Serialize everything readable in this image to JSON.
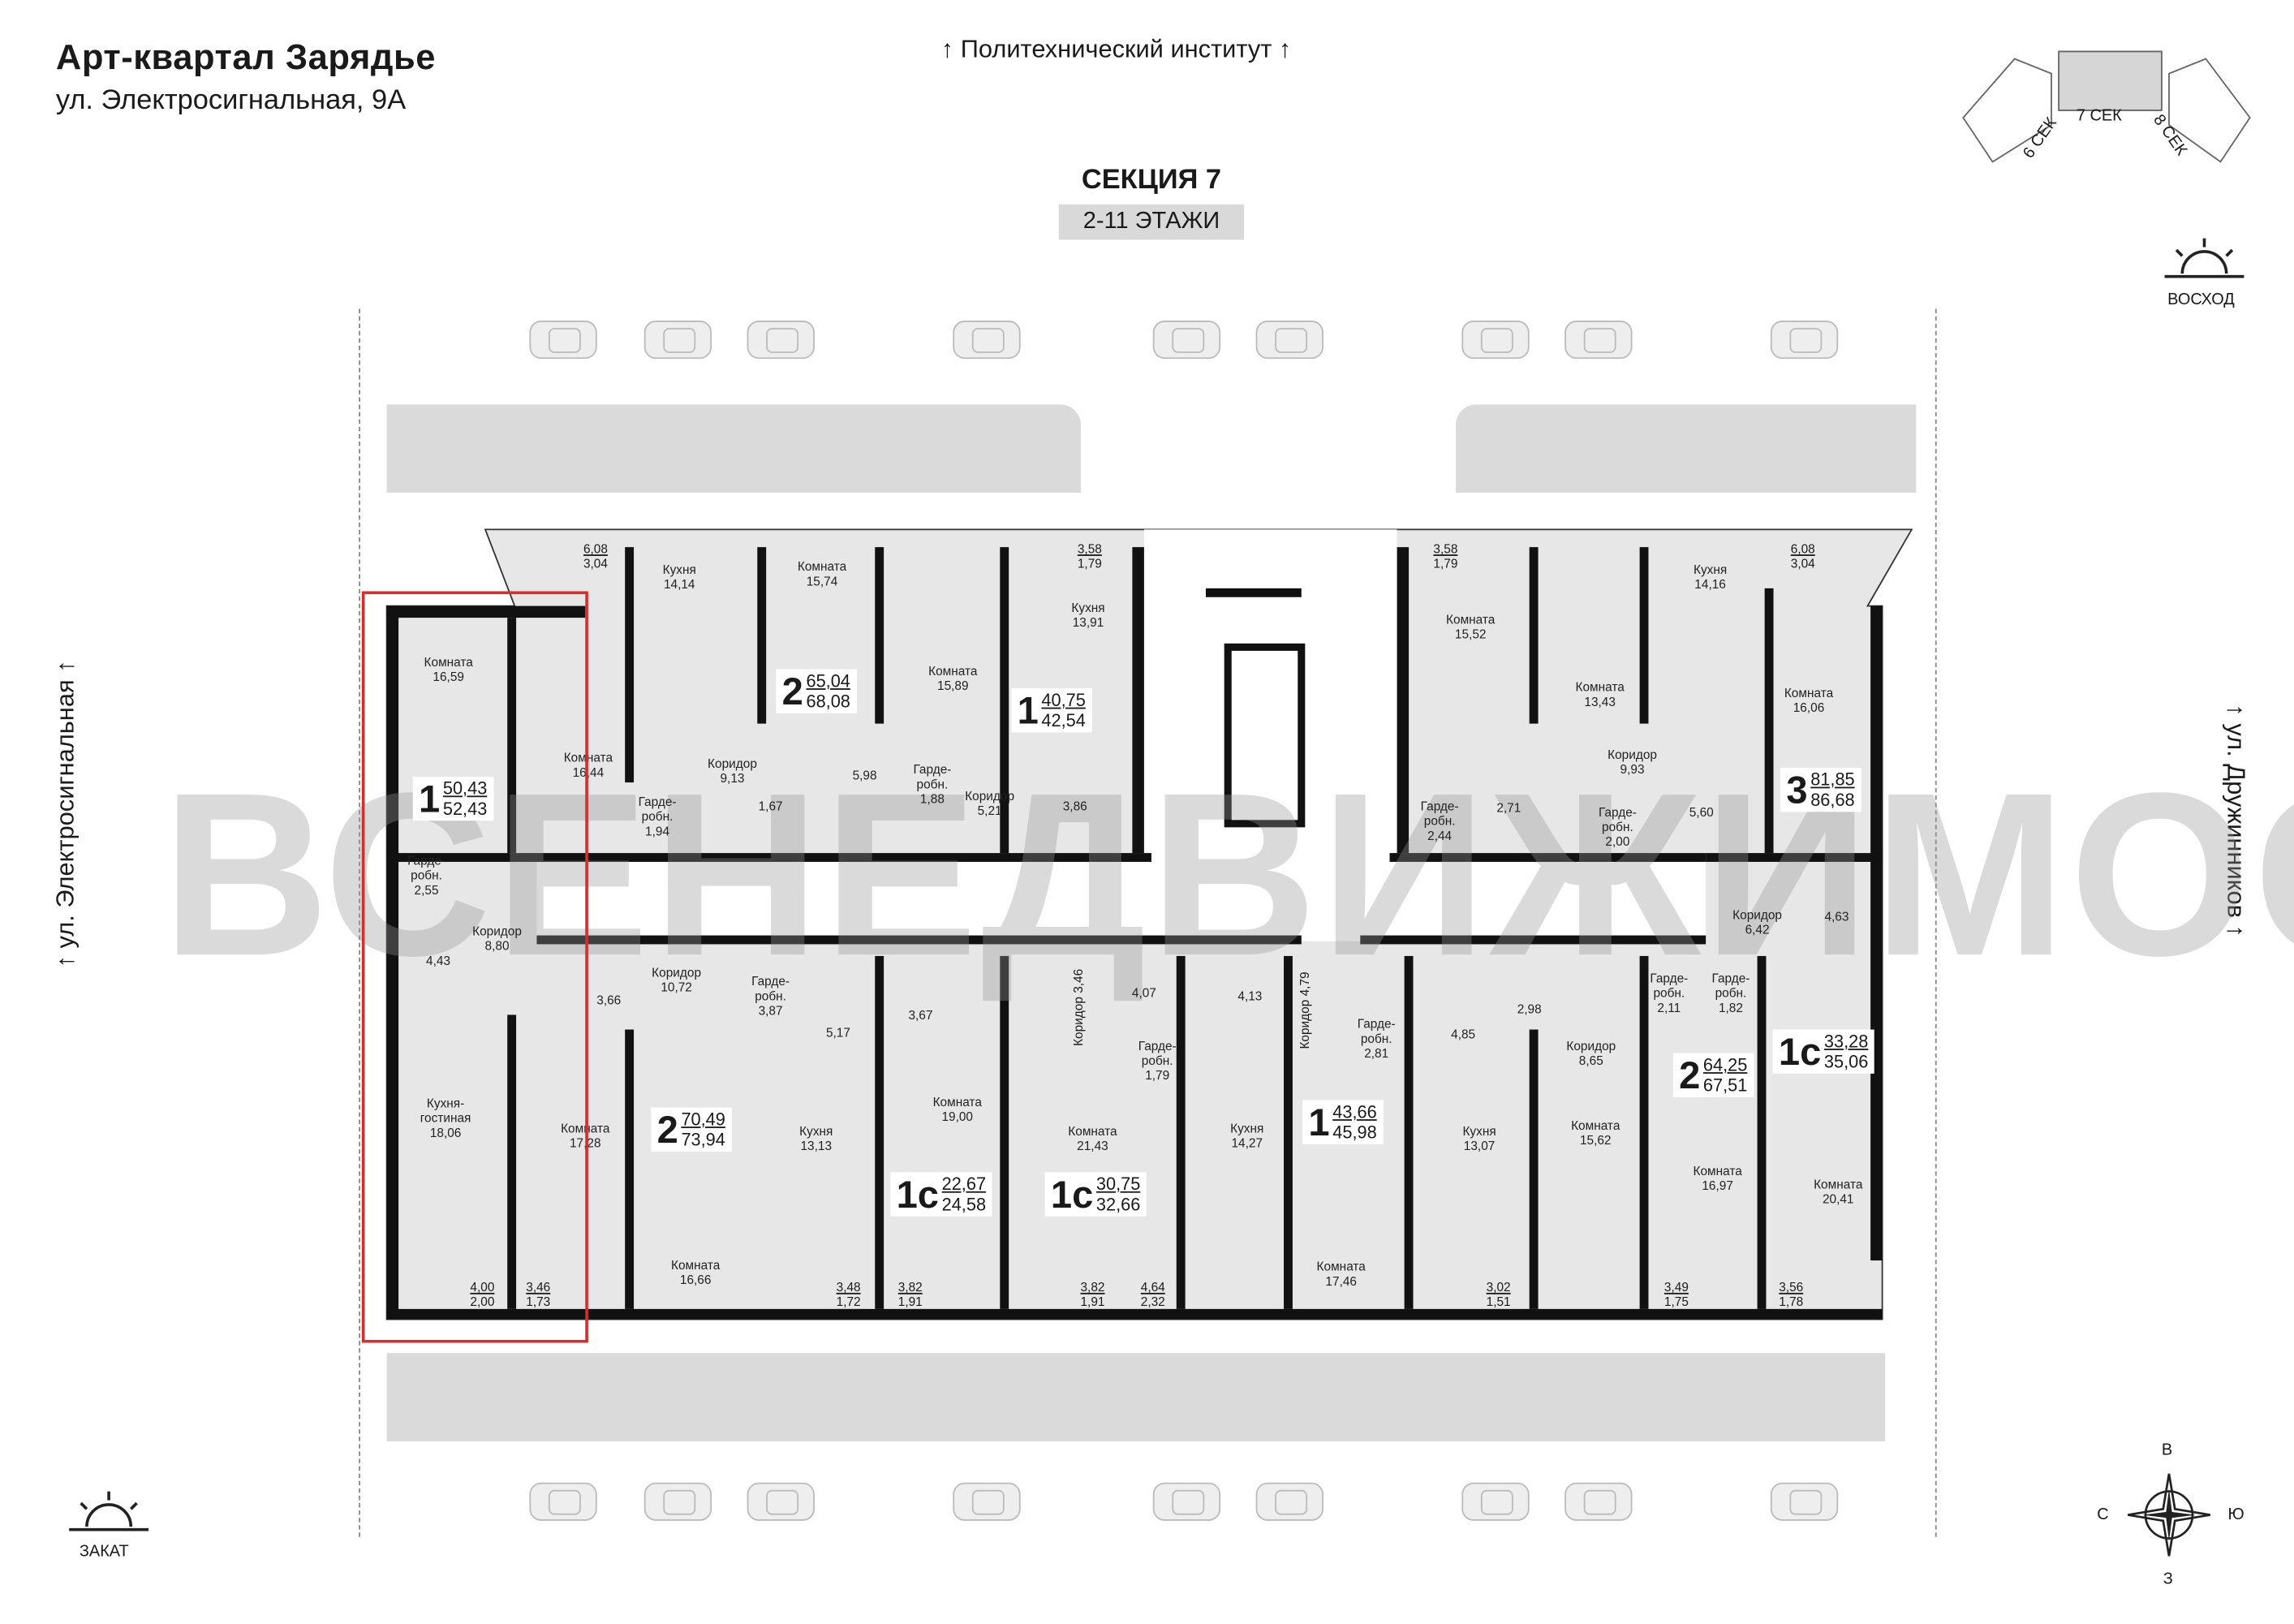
{
  "header": {
    "title": "Арт-квартал  Зарядье",
    "address": "ул. Электросигнальная, 9А",
    "north_landmark": "↑ Политехнический институт ↑"
  },
  "section": {
    "title": "СЕКЦИЯ 7",
    "floors": "2-11 ЭТАЖИ"
  },
  "minimap": {
    "left": "6 СЕК",
    "center": "7 СЕК",
    "right": "8 СЕК"
  },
  "sun": {
    "sunrise": "ВОСХОД",
    "sunset": "ЗАКАТ"
  },
  "compass": {
    "n": "В",
    "w": "С",
    "e": "Ю",
    "s": "З"
  },
  "streets": {
    "left": "↑ ул. Электросигнальная ↑",
    "right": "↑ ул. Дружинников ↑"
  },
  "watermark": "ВСЕНЕДВИЖИМОСТЬ",
  "colors": {
    "highlight": "#d32f2f",
    "wall": "#111111",
    "floor": "#e7e7e7"
  },
  "apartments": [
    {
      "rooms": "1",
      "area": "50,43",
      "total": "52,43"
    },
    {
      "rooms": "2",
      "area": "65,04",
      "total": "68,08"
    },
    {
      "rooms": "1",
      "area": "40,75",
      "total": "42,54"
    },
    {
      "rooms": "3",
      "area": "81,85",
      "total": "86,68"
    },
    {
      "rooms": "1с",
      "area": "33,28",
      "total": "35,06"
    },
    {
      "rooms": "2",
      "area": "64,25",
      "total": "67,51"
    },
    {
      "rooms": "1",
      "area": "43,66",
      "total": "45,98"
    },
    {
      "rooms": "1с",
      "area": "30,75",
      "total": "32,66"
    },
    {
      "rooms": "1с",
      "area": "22,67",
      "total": "24,58"
    },
    {
      "rooms": "2",
      "area": "70,49",
      "total": "73,94"
    }
  ],
  "balconies": [
    {
      "a": "6,08",
      "b": "3,04"
    },
    {
      "a": "3,58",
      "b": "1,79"
    },
    {
      "a": "3,58",
      "b": "1,79"
    },
    {
      "a": "6,08",
      "b": "3,04"
    },
    {
      "a": "4,00",
      "b": "2,00"
    },
    {
      "a": "3,46",
      "b": "1,73"
    },
    {
      "a": "3,48",
      "b": "1,72"
    },
    {
      "a": "3,82",
      "b": "1,91"
    },
    {
      "a": "3,82",
      "b": "1,91"
    },
    {
      "a": "4,64",
      "b": "2,32"
    },
    {
      "a": "3,02",
      "b": "1,51"
    },
    {
      "a": "3,49",
      "b": "1,75"
    },
    {
      "a": "3,56",
      "b": "1,78"
    }
  ],
  "rooms": [
    {
      "name": "Комната",
      "area": "16,59"
    },
    {
      "name": "Комната",
      "area": "16,44"
    },
    {
      "name": "Кухня",
      "area": "14,14"
    },
    {
      "name": "Комната",
      "area": "15,74"
    },
    {
      "name": "Комната",
      "area": "15,89"
    },
    {
      "name": "Кухня",
      "area": "13,91"
    },
    {
      "name": "Коридор",
      "area": "9,13"
    },
    {
      "name": "Гарде-\nробн.",
      "area": "1,94"
    },
    {
      "name": "",
      "area": "1,67"
    },
    {
      "name": "",
      "area": "5,98"
    },
    {
      "name": "Гарде-\nробн.",
      "area": "1,88"
    },
    {
      "name": "Коридор",
      "area": "5,21"
    },
    {
      "name": "",
      "area": "3,86"
    },
    {
      "name": "Гарде-\nробн.",
      "area": "2,55"
    },
    {
      "name": "Коридор",
      "area": "8,80"
    },
    {
      "name": "",
      "area": "4,43"
    },
    {
      "name": "",
      "area": "3,66"
    },
    {
      "name": "Коридор",
      "area": "10,72"
    },
    {
      "name": "Гарде-\nробн.",
      "area": "3,87"
    },
    {
      "name": "",
      "area": "5,17"
    },
    {
      "name": "",
      "area": "3,67"
    },
    {
      "name": "",
      "area": "4,07"
    },
    {
      "name": "",
      "area": "4,13"
    },
    {
      "name": "Гарде-\nробн.",
      "area": "1,79"
    },
    {
      "name": "Гарде-\nробн.",
      "area": "2,81"
    },
    {
      "name": "",
      "area": "4,85"
    },
    {
      "name": "",
      "area": "2,98"
    },
    {
      "name": "Коридор",
      "area": "8,65"
    },
    {
      "name": "Гарде-\nробн.",
      "area": "2,11"
    },
    {
      "name": "Гарде-\nробн.",
      "area": "1,82"
    },
    {
      "name": "Кухня-\nгостиная",
      "area": "18,06"
    },
    {
      "name": "Комната",
      "area": "17,28"
    },
    {
      "name": "Кухня",
      "area": "13,13"
    },
    {
      "name": "Комната",
      "area": "19,00"
    },
    {
      "name": "Комната",
      "area": "21,43"
    },
    {
      "name": "Кухня",
      "area": "14,27"
    },
    {
      "name": "Кухня",
      "area": "13,07"
    },
    {
      "name": "Комната",
      "area": "15,62"
    },
    {
      "name": "Комната",
      "area": "16,97"
    },
    {
      "name": "Комната",
      "area": "20,41"
    },
    {
      "name": "Комната",
      "area": "16,66"
    },
    {
      "name": "Комната",
      "area": "17,46"
    },
    {
      "name": "Комната",
      "area": "15,52"
    },
    {
      "name": "Комната",
      "area": "13,43"
    },
    {
      "name": "Кухня",
      "area": "14,16"
    },
    {
      "name": "Комната",
      "area": "16,06"
    },
    {
      "name": "Коридор",
      "area": "9,93"
    },
    {
      "name": "Гарде-\nробн.",
      "area": "2,44"
    },
    {
      "name": "",
      "area": "2,71"
    },
    {
      "name": "Гарде-\nробн.",
      "area": "2,00"
    },
    {
      "name": "",
      "area": "5,60"
    },
    {
      "name": "Коридор",
      "area": "6,42"
    },
    {
      "name": "",
      "area": "4,63"
    }
  ],
  "vrooms": [
    {
      "name": "Коридор",
      "area": "3,46"
    },
    {
      "name": "Коридор",
      "area": "4,79"
    }
  ]
}
